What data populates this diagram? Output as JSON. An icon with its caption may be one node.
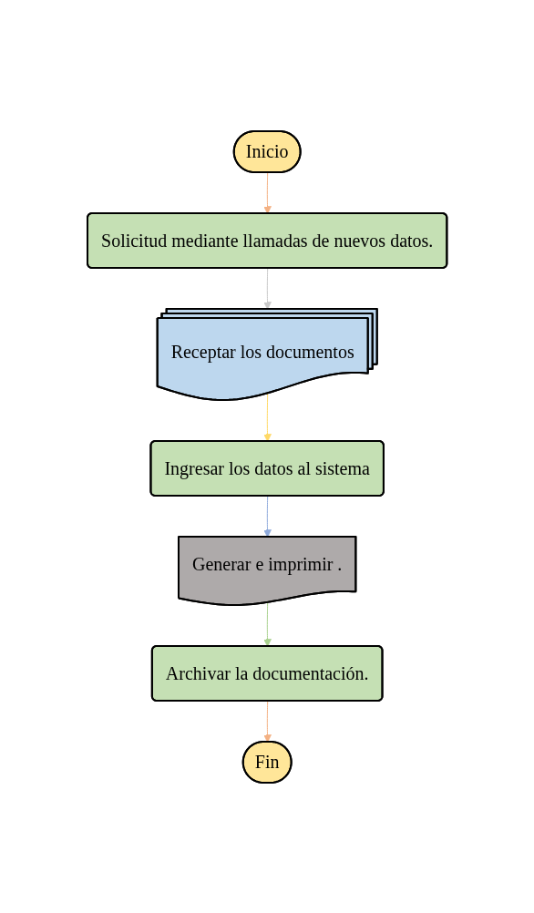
{
  "diagram": {
    "nodes": [
      {
        "text": [
          "Inicio"
        ]
      },
      {
        "text": [
          "Solicitud mediante llamadas de nuevos datos."
        ]
      },
      {
        "text": [
          "Receptar los documentos"
        ]
      },
      {
        "text": [
          "Ingresar los datos al sistema"
        ]
      },
      {
        "text": [
          "Generar e imprimir ."
        ]
      },
      {
        "text": [
          "Archivar la documentación."
        ]
      },
      {
        "text": [
          "Fin"
        ]
      }
    ],
    "edges": [
      {
        "from": 0,
        "to": 1,
        "arrow": "to",
        "color": "#f4b183"
      },
      {
        "from": 1,
        "to": 2,
        "arrow": "to",
        "color": "#c9c9c9"
      },
      {
        "from": 2,
        "to": 3,
        "arrow": "to",
        "color": "#ffd966"
      },
      {
        "from": 3,
        "to": 4,
        "arrow": "to",
        "color": "#8faadc"
      },
      {
        "from": 4,
        "to": 5,
        "arrow": "to",
        "color": "#a9d18e"
      },
      {
        "from": 5,
        "to": 6,
        "arrow": "to",
        "color": "#f4b183"
      }
    ]
  }
}
